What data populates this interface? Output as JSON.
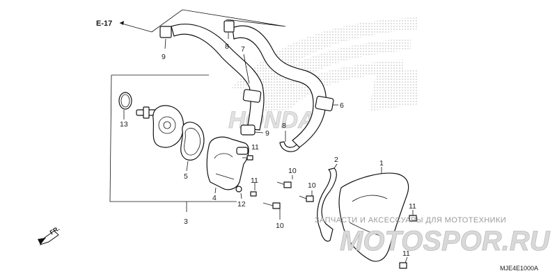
{
  "diagram": {
    "reference_arrow": "E-17",
    "front_indicator": "FR.",
    "diagram_code": "MJE4E1000A",
    "brand_watermark": "HONDA",
    "watermark_text": "ЗАПЧАСТИ И АКСЕССУАРЫ ДЛЯ МОТОТЕХНИКИ",
    "watermark_logo": "MOTOSPOR.RU"
  },
  "callouts": [
    {
      "id": "c9a",
      "label": "9"
    },
    {
      "id": "c8a",
      "label": "8"
    },
    {
      "id": "c7",
      "label": "7"
    },
    {
      "id": "c6",
      "label": "6"
    },
    {
      "id": "c8b",
      "label": "8"
    },
    {
      "id": "c9b",
      "label": "9"
    },
    {
      "id": "c13",
      "label": "13"
    },
    {
      "id": "c5",
      "label": "5"
    },
    {
      "id": "c4",
      "label": "4"
    },
    {
      "id": "c3",
      "label": "3"
    },
    {
      "id": "c11a",
      "label": "11"
    },
    {
      "id": "c11b",
      "label": "11"
    },
    {
      "id": "c12",
      "label": "12"
    },
    {
      "id": "c10a",
      "label": "10"
    },
    {
      "id": "c10b",
      "label": "10"
    },
    {
      "id": "c10c",
      "label": "10"
    },
    {
      "id": "c2",
      "label": "2"
    },
    {
      "id": "c1",
      "label": "1"
    },
    {
      "id": "c11c",
      "label": "11"
    },
    {
      "id": "c11d",
      "label": "11"
    }
  ]
}
